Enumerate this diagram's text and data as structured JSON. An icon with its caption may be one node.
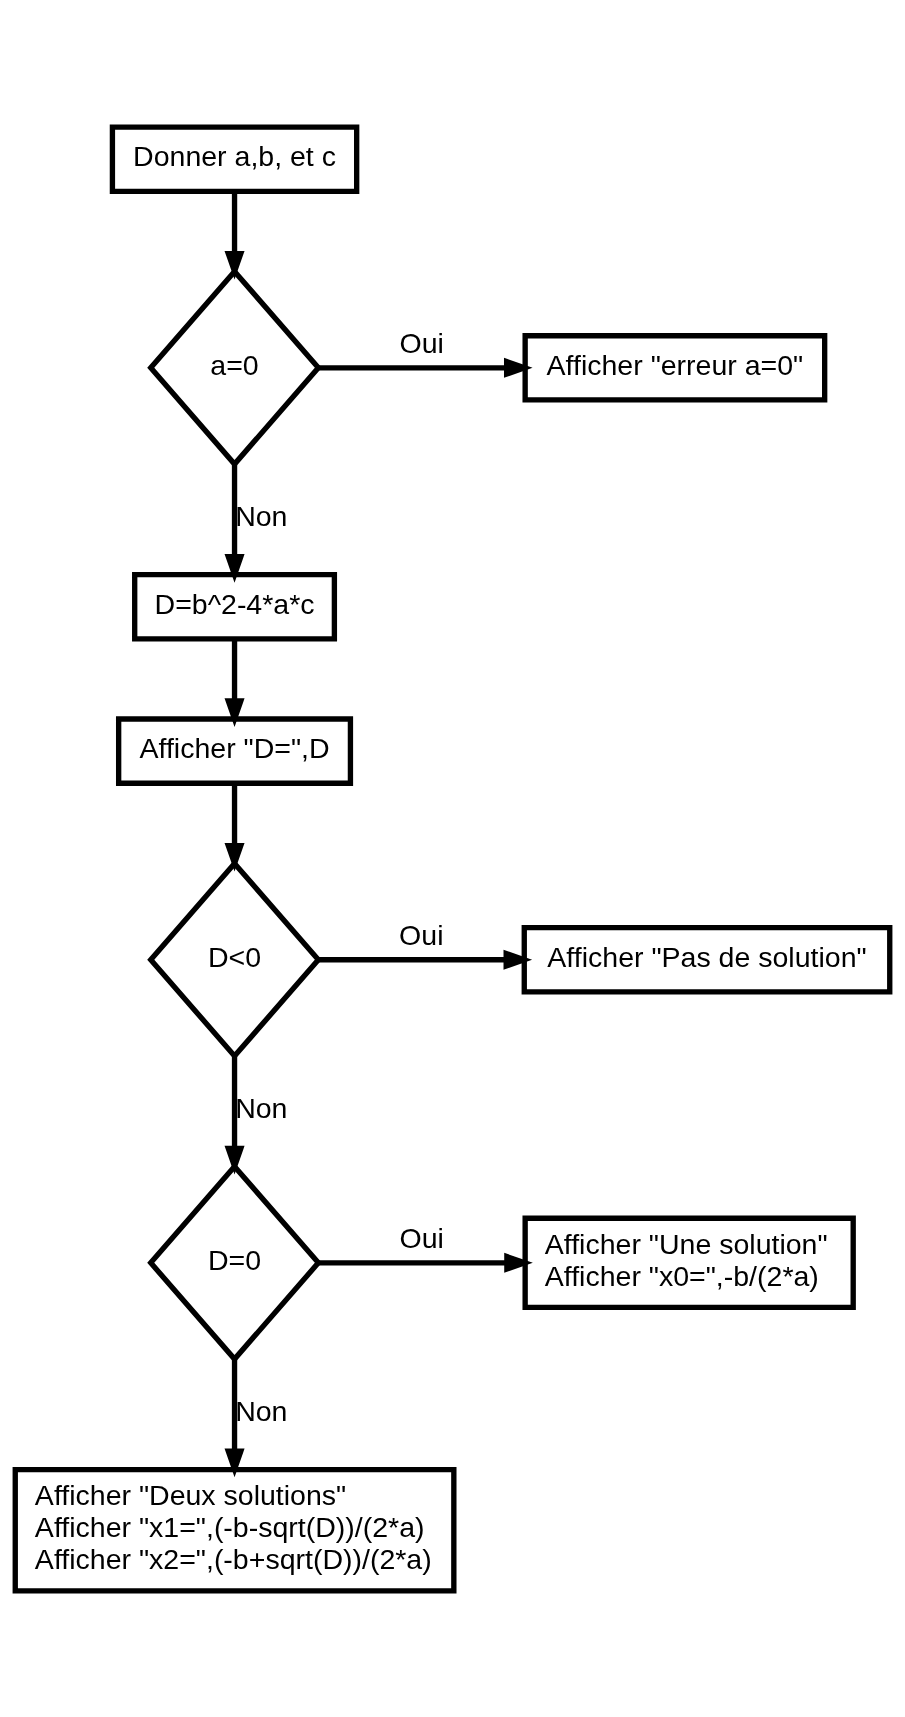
{
  "diagram": {
    "nodes": [
      {
        "text": [
          "Donner a,b, et c"
        ]
      },
      {
        "text": [
          "a=0"
        ]
      },
      {
        "text": [
          "Afficher \"erreur a=0\""
        ]
      },
      {
        "text": [
          "D=b^2-4*a*c"
        ]
      },
      {
        "text": [
          "Afficher \"D=\",D"
        ]
      },
      {
        "text": [
          "D<0"
        ]
      },
      {
        "text": [
          "Afficher \"Pas de solution\""
        ]
      },
      {
        "text": [
          "D=0"
        ]
      },
      {
        "text": [
          "Afficher \"Une solution\"",
          "Afficher \"x0=\",-b/(2*a)"
        ]
      },
      {
        "text": [
          "Afficher \"Deux solutions\"",
          "Afficher \"x1=\",(-b-sqrt(D))/(2*a)",
          "Afficher \"x2=\",(-b+sqrt(D))/(2*a)"
        ]
      }
    ],
    "edges": [
      {
        "from": 0,
        "to": 1,
        "arrow": "to"
      },
      {
        "from": 1,
        "to": 2,
        "arrow": "to",
        "label": "Oui"
      },
      {
        "from": 1,
        "to": 3,
        "arrow": "to",
        "label": "Non"
      },
      {
        "from": 3,
        "to": 4,
        "arrow": "to"
      },
      {
        "from": 4,
        "to": 5,
        "arrow": "to"
      },
      {
        "from": 5,
        "to": 6,
        "arrow": "to",
        "label": "Oui"
      },
      {
        "from": 5,
        "to": 7,
        "arrow": "to",
        "label": "Non"
      },
      {
        "from": 7,
        "to": 8,
        "arrow": "to",
        "label": "Oui"
      },
      {
        "from": 7,
        "to": 9,
        "arrow": "to",
        "label": "Non"
      }
    ]
  }
}
